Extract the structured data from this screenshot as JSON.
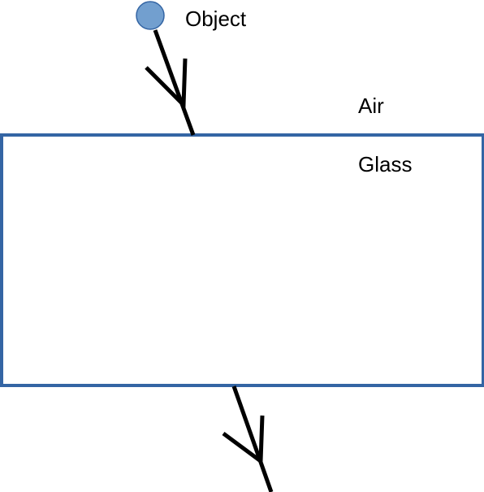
{
  "labels": {
    "object": "Object",
    "upper_medium": "Air",
    "lower_medium": "Glass"
  },
  "colors": {
    "object_fill": "#729fcf",
    "object_stroke": "#3465a4",
    "block_border": "#3465a4",
    "ray": "#000000",
    "background": "#ffffff"
  },
  "icons": {
    "object": "circle",
    "ray_direction": "arrowhead"
  }
}
